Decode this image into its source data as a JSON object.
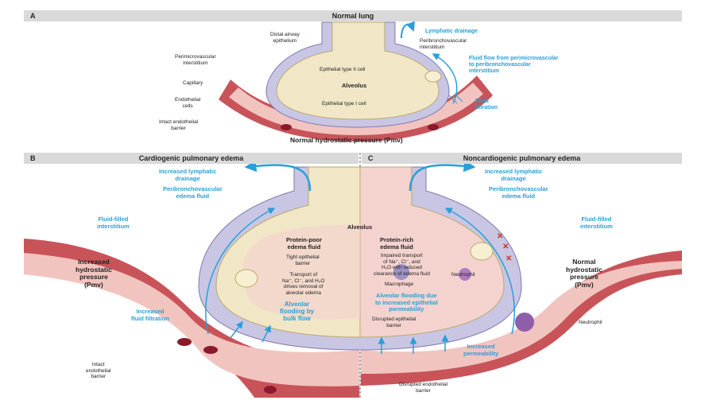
{
  "panelA": {
    "letter": "A",
    "title": "Normal lung",
    "labels": {
      "distal_airway": [
        "Distal airway",
        "epithelium"
      ],
      "lymphatic": "Lymphatic drainage",
      "peribronchovascular": [
        "Peribronchovascular",
        "interstitium"
      ],
      "perimicrovascular": [
        "Perimicrovascular",
        "interstitium"
      ],
      "epithelial_ii": "Epithelial type II cell",
      "fluid_flow": [
        "Fluid flow from perimicrovascular",
        "to peribronchovascular",
        "interstitium"
      ],
      "capillary": "Capillary",
      "alveolus": "Alveolus",
      "endothelial": [
        "Endothelial",
        "cells"
      ],
      "epithelial_i": "Epithelial type I cell",
      "fluid_filtration": [
        "Fluid",
        "filtration"
      ],
      "intact_barrier": [
        "Intact endothelial",
        "barrier"
      ],
      "pressure": "Normal hydrostatic pressure (Pmv)"
    }
  },
  "panelB": {
    "letter": "B",
    "title": "Cardiogenic pulmonary edema",
    "labels": {
      "lymph": [
        "Increased lymphatic",
        "drainage"
      ],
      "peri": [
        "Peribronchovascular",
        "edema fluid"
      ],
      "fluid_interstitium": [
        "Fluid-filled",
        "interstitium"
      ],
      "protein_poor": [
        "Protein-poor",
        "edema fluid"
      ],
      "tight": [
        "Tight epithelial",
        "barrier"
      ],
      "transport": [
        "Transport of",
        "Na⁺, Cl⁻, and H₂O",
        "drives removal of",
        "alveolar edema"
      ],
      "pressure": [
        "Increased",
        "hydrostatic",
        "pressure",
        "(Pmv)"
      ],
      "filtration": [
        "Increased",
        "fluid filtration"
      ],
      "flooding": [
        "Alveolar",
        "flooding by",
        "bulk flow"
      ],
      "intact": [
        "Intact",
        "endothelial",
        "barrier"
      ]
    }
  },
  "panelC": {
    "letter": "C",
    "title": "Noncardiogenic pulmonary edema",
    "labels": {
      "lymph": [
        "Increased lymphatic",
        "drainage"
      ],
      "peri": [
        "Peribronchovascular",
        "edema fluid"
      ],
      "fluid_interstitium": [
        "Fluid-filled",
        "interstitium"
      ],
      "alveolus": "Alveolus",
      "protein_rich": [
        "Protein-rich",
        "edema fluid"
      ],
      "impaired": [
        "Impaired transport",
        "of Na⁺, Cl⁻, and",
        "H₂O with reduced",
        "clearance of edema fluid"
      ],
      "macrophage": "Macrophage",
      "neutrophil_in": "Neutrophil",
      "pressure": [
        "Normal",
        "hydrostatic",
        "pressure",
        "(Pmv)"
      ],
      "flooding": [
        "Alveolar flooding due",
        "to increased epithelial",
        "permeability"
      ],
      "disrupted_epi": [
        "Disrupted epithelial",
        "barrier"
      ],
      "neutrophil_out": "Neutrophil",
      "permeability": [
        "Increased",
        "permeability"
      ],
      "disrupted_endo": [
        "Disrupted endothelial",
        "barrier"
      ]
    }
  },
  "colors": {
    "header_bg": "#d9d9d9",
    "accent_blue": "#2a9fd6",
    "vessel_red": "#c8545a",
    "vessel_pink": "#f2c4c0",
    "interstitium_lavender": "#c9c6e4",
    "alveolus_beige": "#f1e7c6",
    "edema_pink": "#f4d3cf",
    "rbc": "#8b1a2b"
  }
}
